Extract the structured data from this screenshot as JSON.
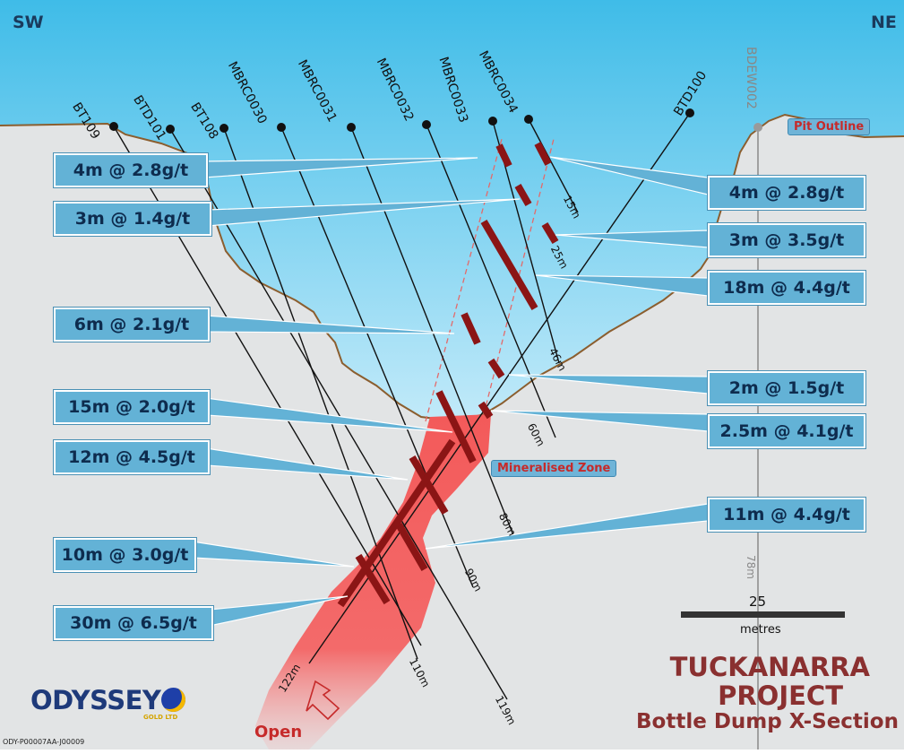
{
  "orientation": {
    "left": "SW",
    "right": "NE"
  },
  "drillholes": [
    {
      "name": "BT109"
    },
    {
      "name": "BTD101"
    },
    {
      "name": "BT108"
    },
    {
      "name": "MBRC0030"
    },
    {
      "name": "MBRC0031"
    },
    {
      "name": "MBRC0032"
    },
    {
      "name": "MBRC0033"
    },
    {
      "name": "MBRC0034"
    },
    {
      "name": "BTD100"
    },
    {
      "name": "BDEW002"
    }
  ],
  "depth_labels": [
    "15m",
    "25m",
    "46m",
    "60m",
    "80m",
    "90m",
    "110m",
    "119m",
    "122m",
    "78m"
  ],
  "intercepts_left": [
    "4m @ 2.8g/t",
    "3m @ 1.4g/t",
    "6m @ 2.1g/t",
    "15m @ 2.0g/t",
    "12m @ 4.5g/t",
    "10m @ 3.0g/t",
    "30m @ 6.5g/t"
  ],
  "intercepts_right": [
    "4m @ 2.8g/t",
    "3m @ 3.5g/t",
    "18m @ 4.4g/t",
    "2m @ 1.5g/t",
    "2.5m @ 4.1g/t",
    "11m @ 4.4g/t"
  ],
  "legend": {
    "pit_outline": "Pit Outline",
    "mineralised_zone": "Mineralised Zone",
    "open": "Open"
  },
  "scale": {
    "value": "25",
    "unit": "metres"
  },
  "title": {
    "line1": "TUCKANARRA",
    "line2": "PROJECT",
    "line3": "Bottle Dump X-Section"
  },
  "logo": {
    "name": "ODYSSEY",
    "sub": "GOLD LTD"
  },
  "footer_code": "ODY-P00007AA-J00009",
  "colors": {
    "sky_top": "#45bde8",
    "ground": "#e2e4e5",
    "pit_outline": "#8b5e2f",
    "zone": "#f25a5a",
    "intercept": "#8b1515",
    "callout_fill": "#63b2d6",
    "title": "#8a3030"
  }
}
